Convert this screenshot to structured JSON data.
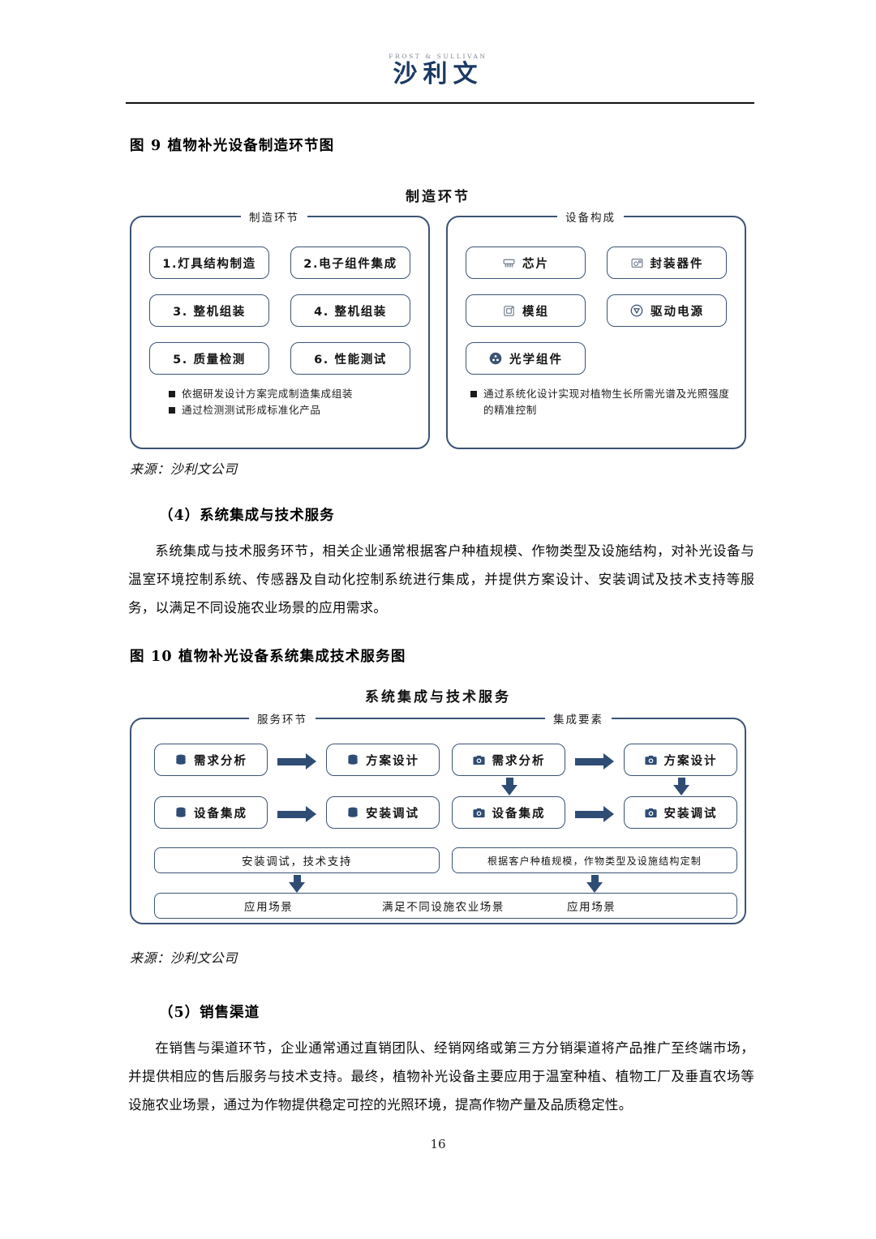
{
  "header": {
    "logo_top": "FROST & SULLIVAN",
    "logo_main": "沙利文"
  },
  "page_number": "16",
  "figure9": {
    "caption": "图 9  植物补光设备制造环节图",
    "diagram_title": "制造环节",
    "source": "来源：沙利文公司",
    "left_panel": {
      "legend": "制造环节",
      "nodes": [
        "1.灯具结构制造",
        "2.电子组件集成",
        "3.  整机组装",
        "4.  整机组装",
        "5.  质量检测",
        "6.  性能测试"
      ],
      "bullets": [
        "依据研发设计方案完成制造集成组装",
        "通过检测测试形成标准化产品"
      ]
    },
    "right_panel": {
      "legend": "设备构成",
      "nodes": [
        {
          "label": "芯片",
          "icon": "chip-icon"
        },
        {
          "label": "封装器件",
          "icon": "package-icon"
        },
        {
          "label": "模组",
          "icon": "module-icon"
        },
        {
          "label": "驱动电源",
          "icon": "power-driver-icon"
        },
        {
          "label": "光学组件",
          "icon": "optics-icon"
        }
      ],
      "bullets": [
        "通过系统化设计实现对植物生长所需光谱及光照强度的精准控制"
      ]
    }
  },
  "section4": {
    "heading": "（4）系统集成与技术服务",
    "body": "系统集成与技术服务环节，相关企业通常根据客户种植规模、作物类型及设施结构，对补光设备与温室环境控制系统、传感器及自动化控制系统进行集成，并提供方案设计、安装调试及技术支持等服务，以满足不同设施农业场景的应用需求。"
  },
  "figure10": {
    "caption": "图 10  植物补光设备系统集成技术服务图",
    "diagram_title": "系统集成与技术服务",
    "source": "来源：沙利文公司",
    "legend_left": "服务环节",
    "legend_right": "集成要素",
    "left_nodes": [
      {
        "label": "需求分析",
        "icon": "database-icon"
      },
      {
        "label": "方案设计",
        "icon": "database-icon"
      },
      {
        "label": "设备集成",
        "icon": "database-icon"
      },
      {
        "label": "安装调试",
        "icon": "database-icon"
      }
    ],
    "right_nodes": [
      {
        "label": "需求分析",
        "icon": "camera-icon"
      },
      {
        "label": "方案设计",
        "icon": "camera-icon"
      },
      {
        "label": "设备集成",
        "icon": "camera-icon"
      },
      {
        "label": "安装调试",
        "icon": "camera-icon"
      }
    ],
    "left_summary": "安装调试，技术支持",
    "right_summary": "根据客户种植规模，作物类型及设施结构定制",
    "bottom_bar": [
      "应用场景",
      "满足不同设施农业场景",
      "应用场景"
    ]
  },
  "section5": {
    "heading": "（5）销售渠道",
    "body": "在销售与渠道环节，企业通常通过直销团队、经销网络或第三方分销渠道将产品推广至终端市场，并提供相应的售后服务与技术支持。最终，植物补光设备主要应用于温室种植、植物工厂及垂直农场等设施农业场景，通过为作物提供稳定可控的光照环境，提高作物产量及品质稳定性。"
  },
  "colors": {
    "frame_stroke": "#3b5375",
    "arrow": "#2f4c74",
    "logo": "#1b3a63"
  }
}
